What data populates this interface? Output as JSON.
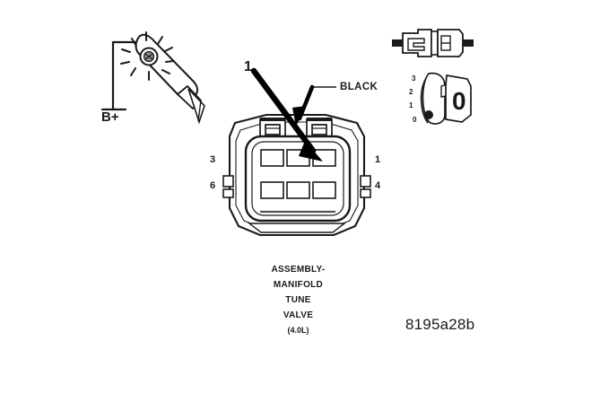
{
  "figure": {
    "reference_id": "8195a28b",
    "caption_lines": [
      "ASSEMBLY-",
      "MANIFOLD",
      "TUNE",
      "VALVE"
    ],
    "caption_subtitle": "(4.0L)",
    "line_color": "#1a1a1a",
    "background_color": "#ffffff"
  },
  "test_light": {
    "supply_label": "B+",
    "icon": "test-light-probe"
  },
  "callouts": {
    "probe_point_number": "1",
    "wire_color_label": "BLACK"
  },
  "connector": {
    "name": "manifold-tune-valve-connector",
    "cavity_count": 6,
    "top_row_cavities": 3,
    "bottom_row_cavities": 3,
    "pin_numbers": {
      "top_left": "3",
      "bottom_left": "6",
      "top_right": "1",
      "bottom_right": "4"
    }
  },
  "meter": {
    "scale_labels": [
      "3",
      "2",
      "1",
      "0"
    ],
    "display_value": "0",
    "icon": "rotary-dial-icon"
  },
  "inline_connector": {
    "icon": "two-way-connector-icon"
  }
}
